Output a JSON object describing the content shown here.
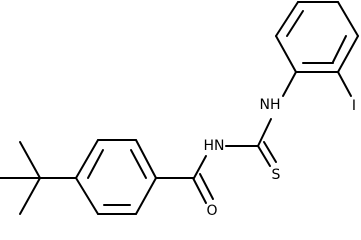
{
  "molecule": {
    "atom_labels": {
      "amide_nh": "HN",
      "thioamide_nh": "NH",
      "oxygen": "O",
      "sulfur": "S",
      "iodine": "I"
    }
  }
}
